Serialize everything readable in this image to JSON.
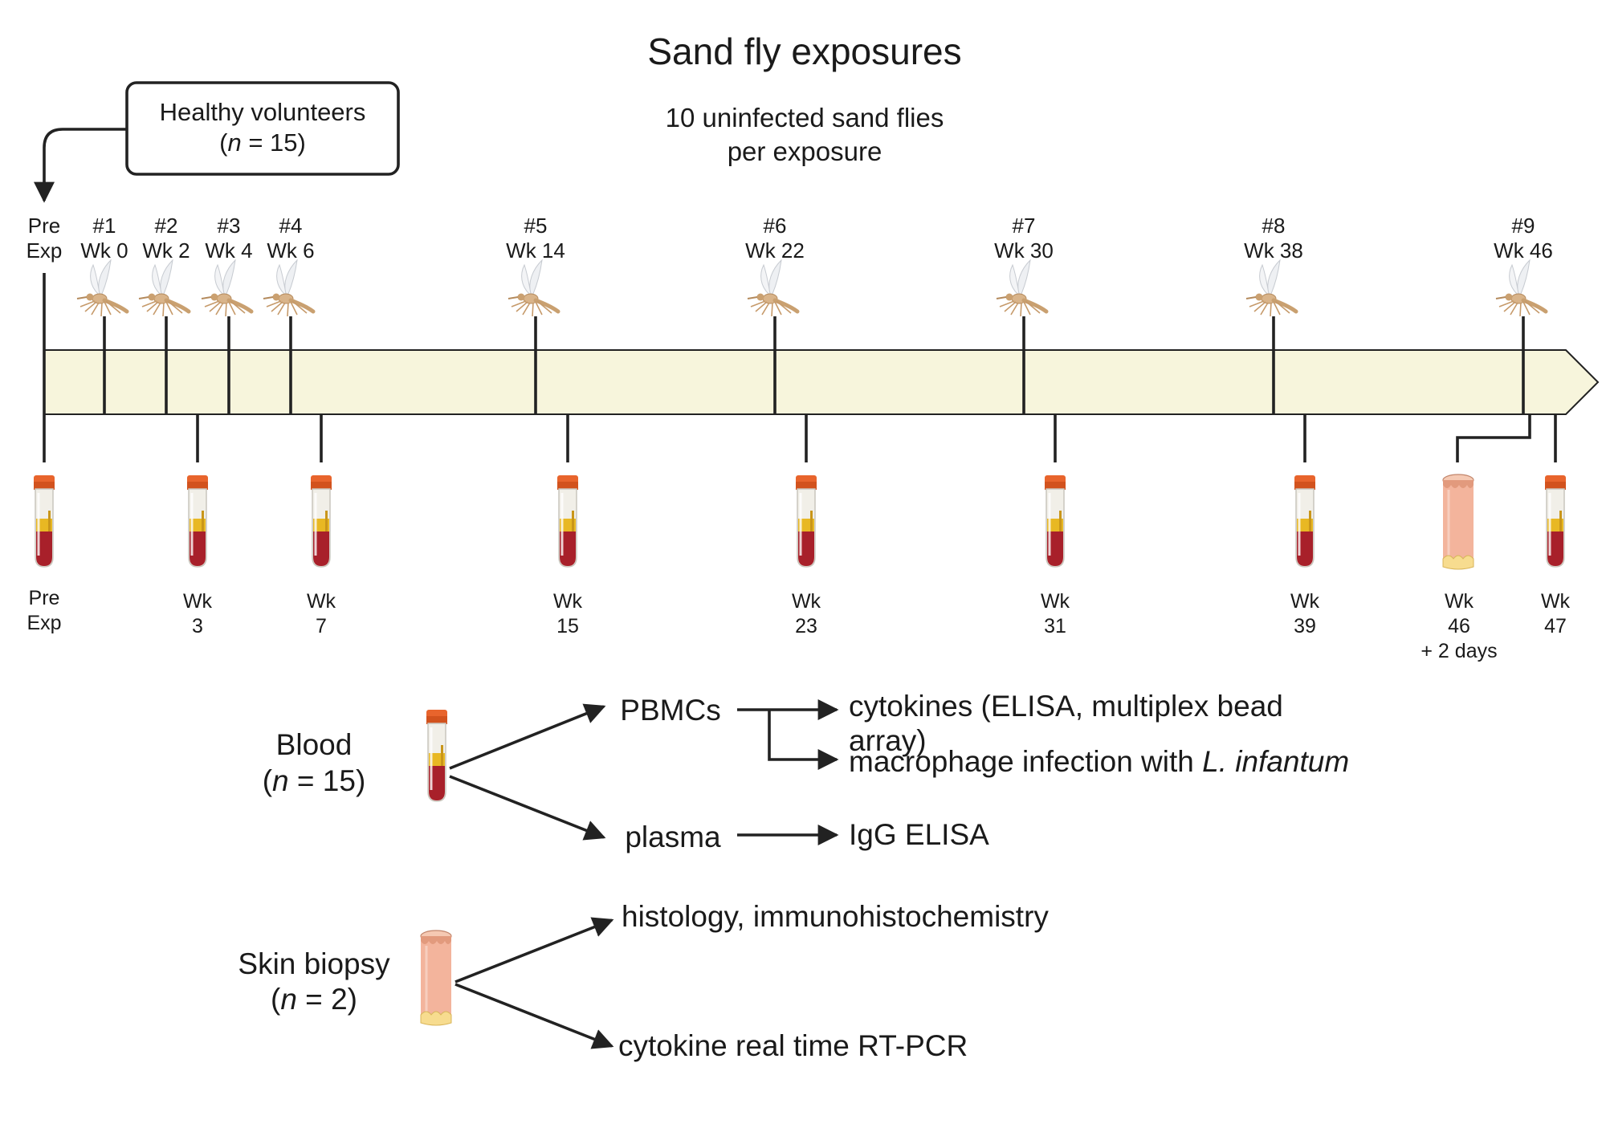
{
  "title": "Sand fly exposures",
  "subtitle": [
    "10 uninfected sand flies",
    "per exposure"
  ],
  "volunteers": {
    "line1": "Healthy volunteers",
    "n_prefix": "(",
    "n_var": "n",
    "n_suffix": " = 15)"
  },
  "pre_exposure_top": [
    "Pre",
    "Exp"
  ],
  "exposures": [
    {
      "num": "#1",
      "week": "Wk 0"
    },
    {
      "num": "#2",
      "week": "Wk 2"
    },
    {
      "num": "#3",
      "week": "Wk 4"
    },
    {
      "num": "#4",
      "week": "Wk 6"
    },
    {
      "num": "#5",
      "week": "Wk 14"
    },
    {
      "num": "#6",
      "week": "Wk 22"
    },
    {
      "num": "#7",
      "week": "Wk 30"
    },
    {
      "num": "#8",
      "week": "Wk 38"
    },
    {
      "num": "#9",
      "week": "Wk 46"
    }
  ],
  "samplings": [
    {
      "type": "blood",
      "lines": [
        "Pre",
        "Exp"
      ]
    },
    {
      "type": "blood",
      "lines": [
        "Wk",
        "3"
      ]
    },
    {
      "type": "blood",
      "lines": [
        "Wk",
        "7"
      ]
    },
    {
      "type": "blood",
      "lines": [
        "Wk",
        "15"
      ]
    },
    {
      "type": "blood",
      "lines": [
        "Wk",
        "23"
      ]
    },
    {
      "type": "blood",
      "lines": [
        "Wk",
        "31"
      ]
    },
    {
      "type": "blood",
      "lines": [
        "Wk",
        "39"
      ]
    },
    {
      "type": "skin",
      "lines": [
        "Wk",
        "46",
        "+ 2 days"
      ]
    },
    {
      "type": "blood",
      "lines": [
        "Wk",
        "47"
      ]
    }
  ],
  "blood": {
    "label": "Blood",
    "n_prefix": "(",
    "n_var": "n",
    "n_suffix": " = 15)"
  },
  "skin": {
    "label": "Skin biopsy",
    "n_prefix": "(",
    "n_var": "n",
    "n_suffix": " = 2)"
  },
  "flow": {
    "pbmcs": "PBMCs",
    "plasma": "plasma",
    "cytokines_line1": "cytokines (ELISA, multiplex bead",
    "cytokines_line2": "array)",
    "macrophage": "macrophage infection with ",
    "macrophage_species": "L. infantum",
    "igg": "IgG ELISA",
    "histology": "histology, immunohistochemistry",
    "rtpcr": "cytokine real time RT-PCR"
  },
  "colors": {
    "timeline_fill": "#f7f5dc",
    "tube_cap": "#e8642c",
    "blood": "#a8202a",
    "plasma": "#e8b823",
    "skin": "#f3b49c"
  },
  "icons": {
    "sand_fly": "sand-fly-icon",
    "blood_tube": "blood-tube-icon",
    "skin_tube": "skin-biopsy-tube-icon"
  }
}
